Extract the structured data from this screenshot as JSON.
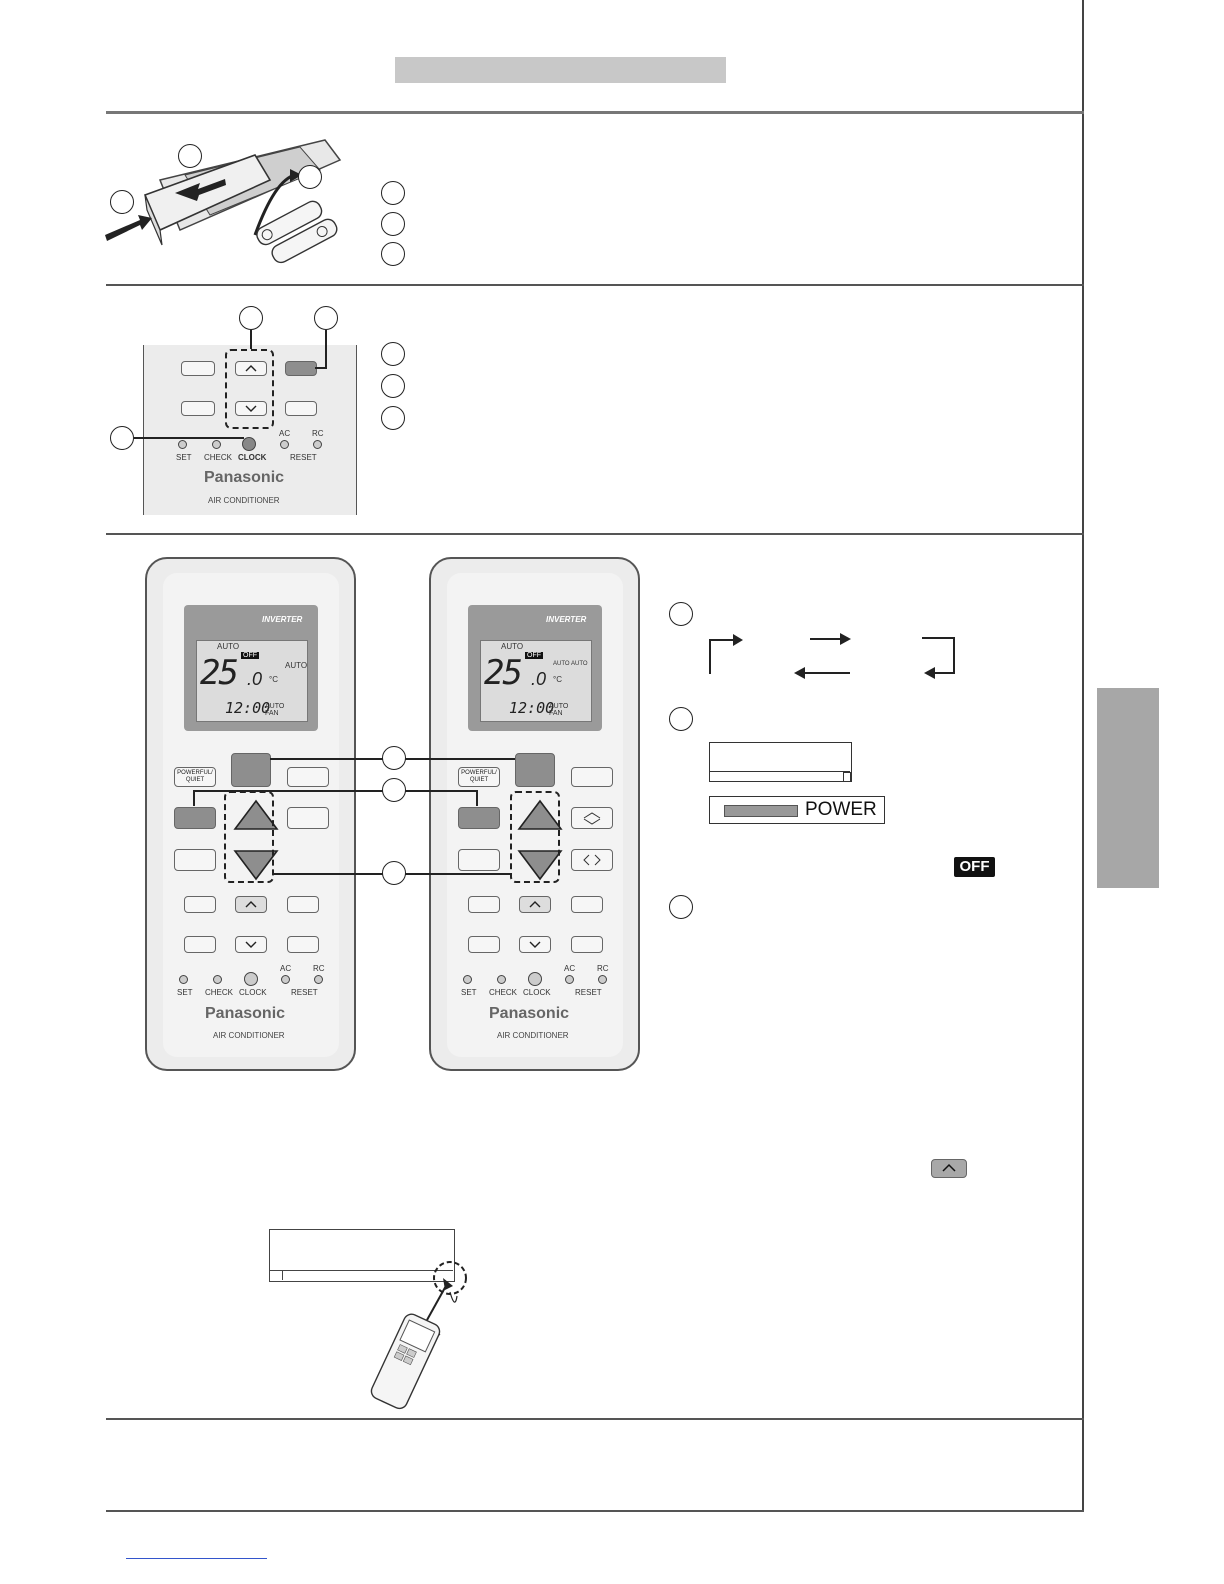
{
  "header": {
    "title": ""
  },
  "remote": {
    "lcd_auto": "AUTO",
    "lcd_temp": "25",
    "lcd_decimal": ".0",
    "lcd_unit": "°C",
    "lcd_off": "OFF",
    "lcd_time": "12:00",
    "lcd_auto_fan": "AUTO FAN",
    "lcd_inverter": "INVERTER",
    "powerful_quiet": "POWERFUL/ QUIET",
    "set": "SET",
    "check": "CHECK",
    "clock": "CLOCK",
    "ac": "AC",
    "rc": "RC",
    "reset": "RESET",
    "brand": "Panasonic",
    "subtitle": "AIR CONDITIONER"
  },
  "indicator": {
    "power_label": "POWER",
    "off_badge": "OFF"
  },
  "colors": {
    "header_bar": "#c8c8c8",
    "side_tab": "#a7a7a7",
    "rule": "#555555"
  }
}
